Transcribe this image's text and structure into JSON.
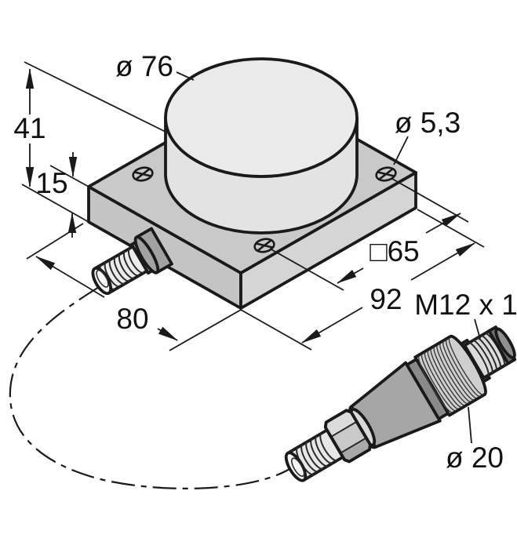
{
  "drawing": {
    "description": "Isometric dimensional drawing of cylindrical sensor on rectangular mounting plate with cable and M12 connector",
    "labels": {
      "head_diameter": "ø 76",
      "total_height": "41",
      "plate_thickness": "15",
      "hole_diameter": "ø 5,3",
      "hole_spacing": "□65",
      "plate_length": "92",
      "plate_width": "80",
      "connector_thread": "M12 x 1",
      "connector_diameter": "ø 20"
    },
    "colors": {
      "line": "#1a1a1a",
      "background": "#ffffff",
      "cylinder_top": "#eaeaea",
      "cylinder_side": "#e3e3e3",
      "plate_top": "#c9c9c9",
      "plate_left_face": "#c4c4c4",
      "plate_right_face": "#d5d5d5",
      "gland_collar": "#a2a2a2",
      "gland_thread": "#ececec",
      "connector_cone": "#a6a6a6",
      "connector_knurl": "#cfcfcf",
      "connector_thread_fill": "#dcdcdc"
    }
  }
}
